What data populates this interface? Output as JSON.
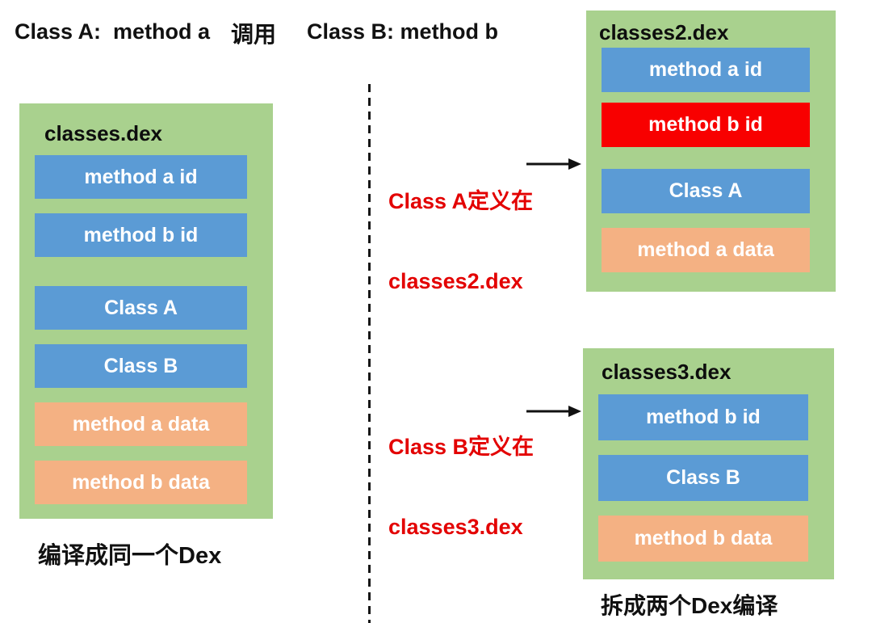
{
  "header": {
    "left": "Class A:  method a",
    "call": "调用",
    "right": "Class B: method b"
  },
  "left_section": {
    "dex": {
      "title": "classes.dex",
      "rows": [
        {
          "label": "method a id",
          "type": "blue"
        },
        {
          "label": "method b id",
          "type": "blue"
        },
        {
          "label": "Class A",
          "type": "blue"
        },
        {
          "label": "Class B",
          "type": "blue"
        },
        {
          "label": "method a data",
          "type": "orange"
        },
        {
          "label": "method b data",
          "type": "orange"
        }
      ]
    },
    "caption": "编译成同一个Dex"
  },
  "right_section": {
    "dex2": {
      "title": "classes2.dex",
      "rows": [
        {
          "label": "method a id",
          "type": "blue"
        },
        {
          "label": "method b id",
          "type": "red"
        },
        {
          "label": "Class A",
          "type": "blue"
        },
        {
          "label": "method a data",
          "type": "orange"
        }
      ]
    },
    "dex3": {
      "title": "classes3.dex",
      "rows": [
        {
          "label": "method b id",
          "type": "blue"
        },
        {
          "label": "Class B",
          "type": "blue"
        },
        {
          "label": "method b data",
          "type": "orange"
        }
      ]
    },
    "caption": "拆成两个Dex编译"
  },
  "annotations": {
    "a": {
      "line1": "Class A定义在",
      "line2": "classes2.dex"
    },
    "b": {
      "line1": "Class B定义在",
      "line2": "classes3.dex"
    }
  },
  "colors": {
    "green_container": "#a9d18e",
    "blue_row": "#5b9bd5",
    "orange_row": "#f4b183",
    "red_row": "#f80000",
    "red_text": "#e30000",
    "text_dark": "#111111",
    "row_text": "#ffffff"
  }
}
